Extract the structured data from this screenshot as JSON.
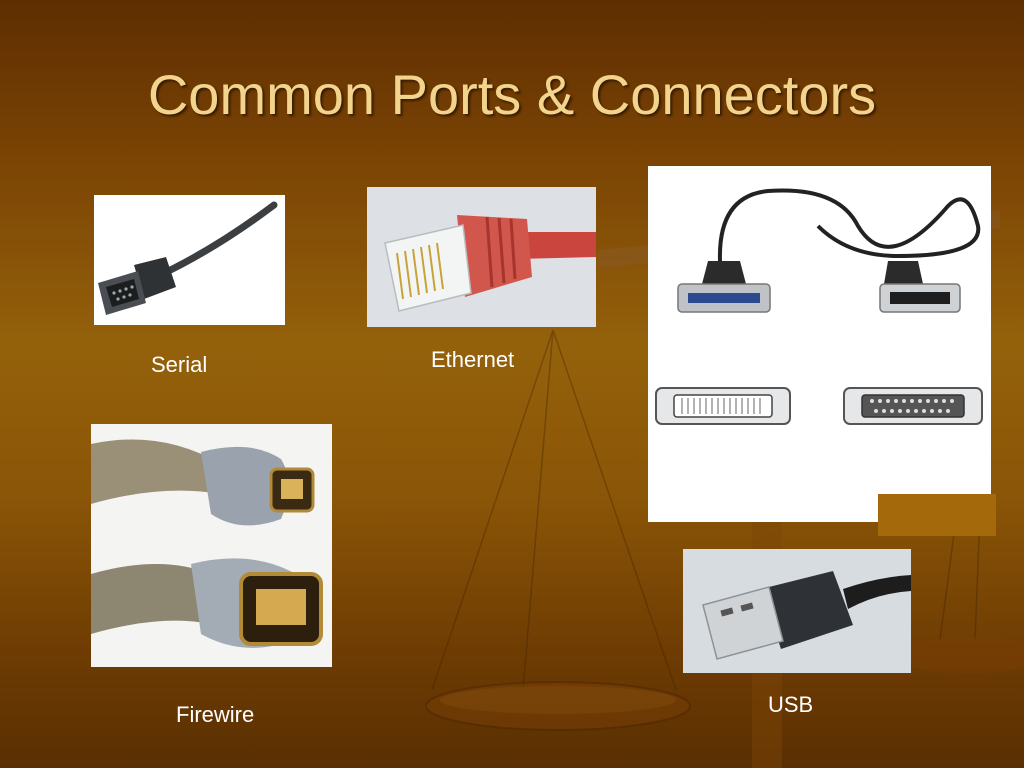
{
  "slide": {
    "title": "Common Ports & Connectors",
    "connectors": [
      {
        "id": "serial",
        "label": "Serial",
        "image": "serial-cable-photo"
      },
      {
        "id": "ethernet",
        "label": "Ethernet",
        "image": "ethernet-rj45-photo"
      },
      {
        "id": "parallel",
        "label": "",
        "image": "parallel-cable-photo"
      },
      {
        "id": "firewire",
        "label": "Firewire",
        "image": "firewire-connectors-photo"
      },
      {
        "id": "usb",
        "label": "USB",
        "image": "usb-plug-photo"
      }
    ]
  },
  "colors": {
    "background_top": "#5e2e02",
    "background_mid": "#94610b",
    "title_color": "#f2d48c",
    "label_color": "#ffffff"
  }
}
